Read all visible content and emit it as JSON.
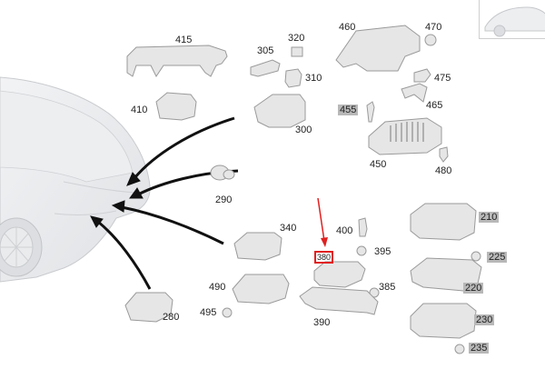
{
  "callouts": [
    {
      "id": "p415",
      "text": "415",
      "style": "plain"
    },
    {
      "id": "p305",
      "text": "305",
      "style": "plain"
    },
    {
      "id": "p320",
      "text": "320",
      "style": "plain"
    },
    {
      "id": "p460",
      "text": "460",
      "style": "plain"
    },
    {
      "id": "p470",
      "text": "470",
      "style": "plain"
    },
    {
      "id": "p310",
      "text": "310",
      "style": "plain"
    },
    {
      "id": "p475",
      "text": "475",
      "style": "plain"
    },
    {
      "id": "p410",
      "text": "410",
      "style": "plain"
    },
    {
      "id": "p455",
      "text": "455",
      "style": "gray"
    },
    {
      "id": "p465",
      "text": "465",
      "style": "plain"
    },
    {
      "id": "p300",
      "text": "300",
      "style": "plain"
    },
    {
      "id": "p450",
      "text": "450",
      "style": "plain"
    },
    {
      "id": "p480",
      "text": "480",
      "style": "plain"
    },
    {
      "id": "p290",
      "text": "290",
      "style": "plain"
    },
    {
      "id": "p210",
      "text": "210",
      "style": "gray"
    },
    {
      "id": "p340",
      "text": "340",
      "style": "plain"
    },
    {
      "id": "p400",
      "text": "400",
      "style": "plain"
    },
    {
      "id": "p395",
      "text": "395",
      "style": "plain"
    },
    {
      "id": "p380",
      "text": "380",
      "style": "highlight"
    },
    {
      "id": "p225",
      "text": "225",
      "style": "gray"
    },
    {
      "id": "p490",
      "text": "490",
      "style": "plain"
    },
    {
      "id": "p385",
      "text": "385",
      "style": "plain"
    },
    {
      "id": "p220",
      "text": "220",
      "style": "gray"
    },
    {
      "id": "p495",
      "text": "495",
      "style": "plain"
    },
    {
      "id": "p280",
      "text": "280",
      "style": "plain"
    },
    {
      "id": "p390",
      "text": "390",
      "style": "plain"
    },
    {
      "id": "p230",
      "text": "230",
      "style": "gray"
    },
    {
      "id": "p235",
      "text": "235",
      "style": "gray"
    }
  ],
  "colors": {
    "part_fill": "#e6e6e6",
    "part_stroke": "#9a9a9a",
    "highlight": "#e02020",
    "gray_label_bg": "#b8b8b8"
  }
}
